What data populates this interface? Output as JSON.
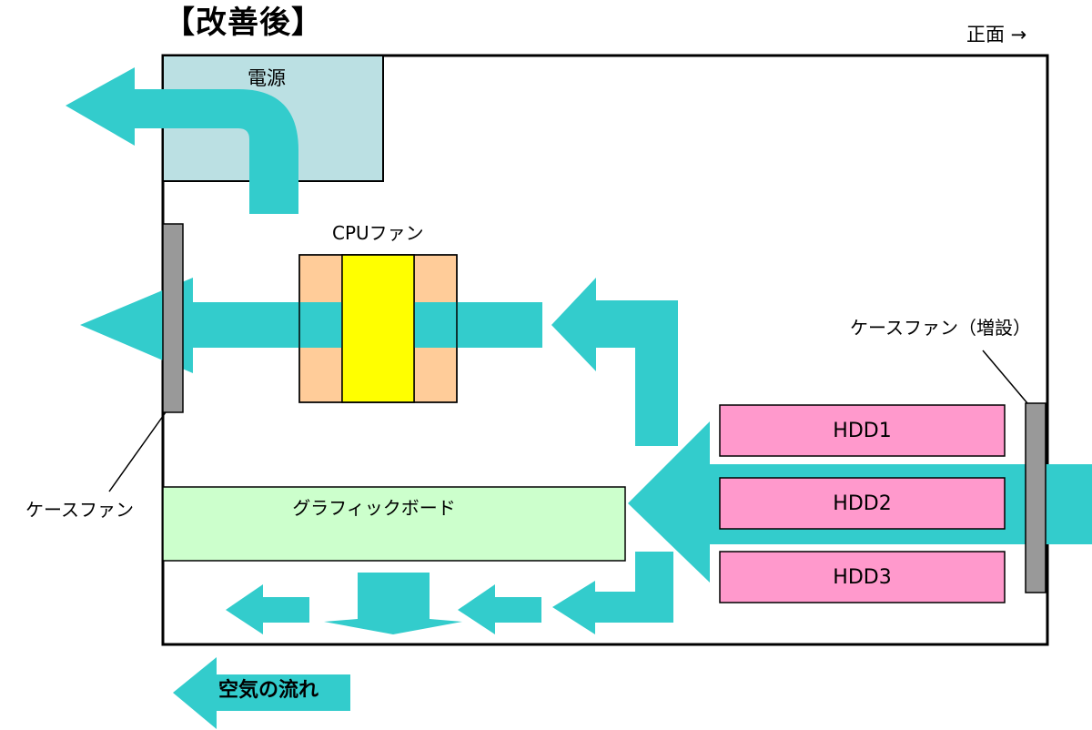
{
  "title": "【改善後】",
  "front_label": "正面 →",
  "components": {
    "power_supply": "電源",
    "cpu_fan": "CPUファン",
    "case_fan_rear": "ケースファン",
    "case_fan_front": "ケースファン（増設）",
    "graphics_board": "グラフィックボード",
    "hdds": [
      "HDD1",
      "HDD2",
      "HDD3"
    ]
  },
  "legend": {
    "label": "空気の流れ"
  },
  "colors": {
    "airflow": "#33cccc",
    "power_supply": "#bbe0e3",
    "cpu_heatsink": "#ffcc99",
    "cpu_fan": "#ffff00",
    "graphics_board": "#ccffcc",
    "hdd": "#ff99cc",
    "case_fan": "#999999",
    "outline": "#000000"
  }
}
